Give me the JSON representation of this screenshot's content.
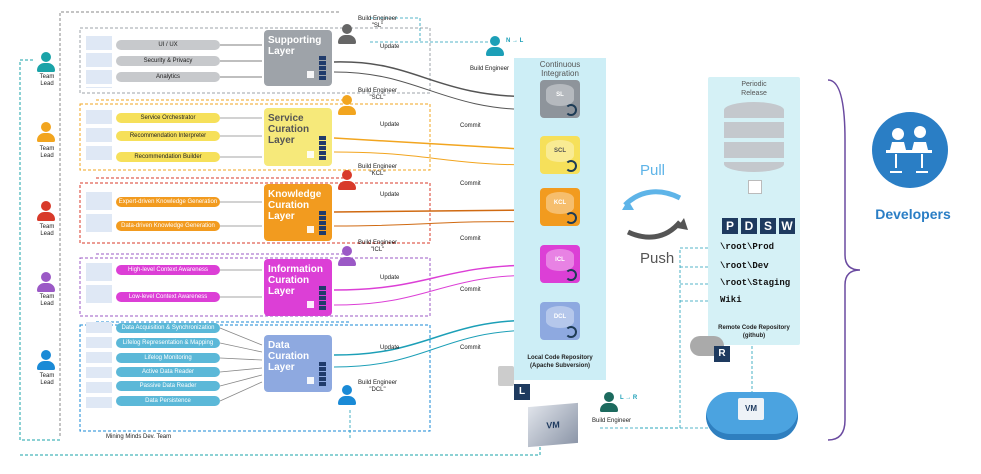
{
  "colors": {
    "supporting": "#9ea3a9",
    "service": "#f2d94a",
    "knowledge": "#f29b1f",
    "information": "#dc3fd6",
    "data": "#8ea9e0",
    "ci_bg": "#cdeef6",
    "teal": "#1c9fb7",
    "dark_blue": "#1e3a5f",
    "developers": "#2a7ec5"
  },
  "team_lead_label": "Team\nLead",
  "team_lead_colors": [
    "#1aa3a8",
    "#f2a51f",
    "#d83a2a",
    "#9b59c6",
    "#1a8ad6"
  ],
  "features": {
    "supporting": [
      "UI / UX",
      "Security & Privacy",
      "Analytics"
    ],
    "service": [
      "Service Orchestrator",
      "Recommendation Interpreter",
      "Recommendation Builder"
    ],
    "knowledge": [
      "Expert-driven Knowledge Generation",
      "Data-driven Knowledge Generation"
    ],
    "information": [
      "High-level Context Awareness",
      "Low-level Context Awareness"
    ],
    "data": [
      "Data Acquisition & Synchronization",
      "Lifelog Representation & Mapping",
      "Lifelog Monitoring",
      "Active Data Reader",
      "Passive Data Reader",
      "Data Persistence"
    ]
  },
  "layers": {
    "supporting": "Supporting Layer",
    "service": "Service Curation Layer",
    "knowledge": "Knowledge Curation Layer",
    "information": "Information Curation Layer",
    "data": "Data Curation Layer"
  },
  "build_engineers": {
    "sl": "Build Engineer\n\"SL\"",
    "scl": "Build Engineer\n\"SCL\"",
    "kcl": "Build Engineer\n\"KCL\"",
    "icl": "Build Engineer\n\"ICL\"",
    "dcl": "Build Engineer\n\"DCL\"",
    "ci": "Build Engineer",
    "remote": "Build Engineer"
  },
  "ci_engineer_tag": "N → L",
  "remote_engineer_tag": "L → R",
  "update_label": "Update",
  "commit_label": "Commit",
  "ci": {
    "title": "Continuous\nIntegration",
    "repos": [
      "SL",
      "SCL",
      "KCL",
      "ICL",
      "DCL"
    ],
    "local_repo": "Local Code Repository\n(Apache Subversion)",
    "local_badge": "L"
  },
  "pull_label": "Pull",
  "push_label": "Push",
  "periodic": {
    "title": "Periodic\nRelease",
    "letters": [
      "P",
      "D",
      "S",
      "W"
    ],
    "paths": [
      "\\root\\Prod",
      "\\root\\Dev",
      "\\root\\Staging",
      "Wiki"
    ],
    "remote_repo": "Remote Code Repository\n(github)",
    "remote_badge": "R"
  },
  "vm_label": "VM",
  "team_label": "Mining Minds Dev. Team",
  "developers_label": "Developers"
}
